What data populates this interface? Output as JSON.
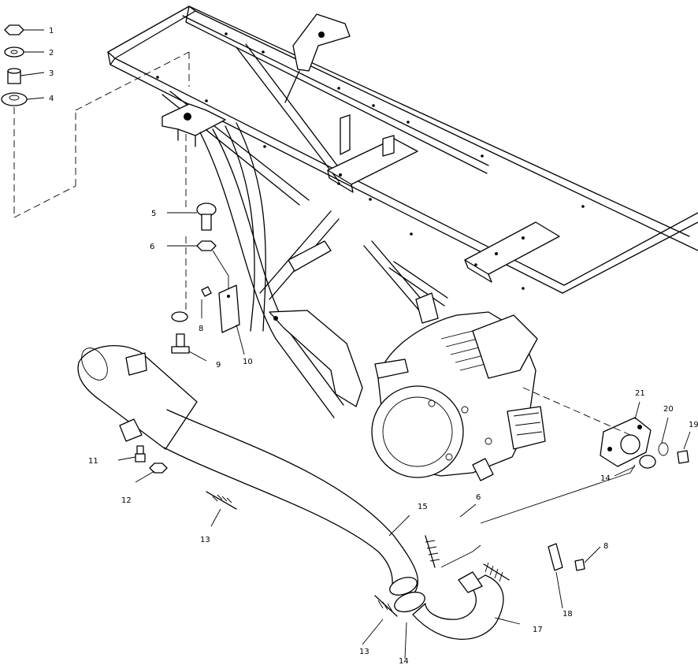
{
  "callouts": [
    {
      "id": "c1",
      "text": "1"
    },
    {
      "id": "c2",
      "text": "2"
    },
    {
      "id": "c3",
      "text": "3"
    },
    {
      "id": "c4",
      "text": "4"
    },
    {
      "id": "c5",
      "text": "5"
    },
    {
      "id": "c6",
      "text": "6"
    },
    {
      "id": "c6b",
      "text": "6"
    },
    {
      "id": "c8",
      "text": "8"
    },
    {
      "id": "c8b",
      "text": "8"
    },
    {
      "id": "c9",
      "text": "9"
    },
    {
      "id": "c10",
      "text": "10"
    },
    {
      "id": "c11",
      "text": "11"
    },
    {
      "id": "c12",
      "text": "12"
    },
    {
      "id": "c13",
      "text": "13"
    },
    {
      "id": "c13b",
      "text": "13"
    },
    {
      "id": "c14",
      "text": "14"
    },
    {
      "id": "c14b",
      "text": "14"
    },
    {
      "id": "c15",
      "text": "15"
    },
    {
      "id": "c17",
      "text": "17"
    },
    {
      "id": "c18",
      "text": "18"
    },
    {
      "id": "c19",
      "text": "19"
    },
    {
      "id": "c20",
      "text": "20"
    },
    {
      "id": "c21",
      "text": "21"
    }
  ]
}
